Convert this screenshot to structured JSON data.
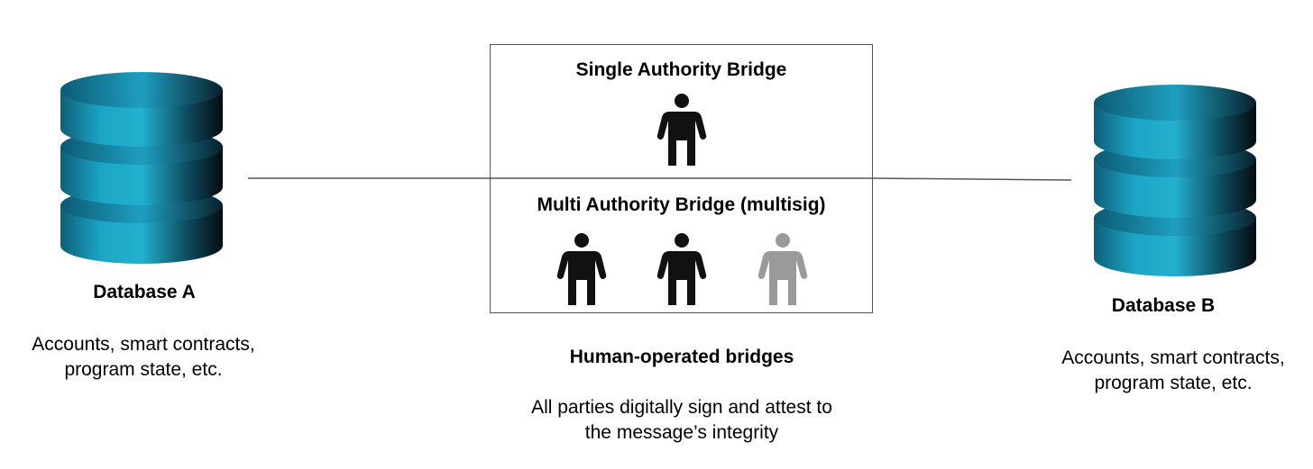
{
  "database_a": {
    "title": "Database A",
    "description_line1": "Accounts, smart contracts,",
    "description_line2": "program state, etc."
  },
  "database_b": {
    "title": "Database B",
    "description_line1": "Accounts, smart contracts,",
    "description_line2": "program state, etc."
  },
  "single_bridge": {
    "title": "Single Authority Bridge"
  },
  "multi_bridge": {
    "title": "Multi Authority Bridge (multisig)"
  },
  "caption": {
    "title": "Human-operated bridges",
    "line1": "All parties digitally sign and attest to",
    "line2": "the message’s integrity"
  },
  "colors": {
    "db_teal": "#1fa3c4",
    "db_dark": "#0a1a22",
    "person_active": "#111111",
    "person_inactive": "#9a9a9a",
    "line": "#555555"
  },
  "icons": {
    "database": "database-icon",
    "person": "person-icon"
  }
}
